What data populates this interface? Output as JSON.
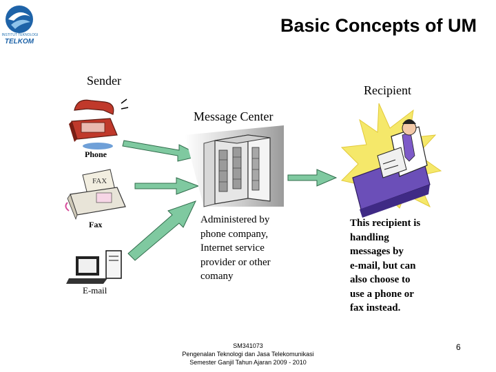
{
  "slide": {
    "title": "Basic Concepts of UM",
    "page_number": "6"
  },
  "logo": {
    "subtext": "INSTITUT TEKNOLOGI",
    "name": "TELKOM"
  },
  "diagram": {
    "sender_label": "Sender",
    "recipient_label": "Recipient",
    "message_center_label": "Message Center",
    "devices": {
      "phone": "Phone",
      "fax": "Fax",
      "email": "E-mail"
    },
    "fax_paper_text": "FAX",
    "admin_lines": [
      "Administered by",
      "phone company,",
      "Internet service",
      "provider or other",
      "comany"
    ],
    "recipient_lines": [
      "This recipient is",
      "handling",
      "messages by",
      "e-mail, but can",
      "also choose to",
      "use a phone or",
      "fax instead."
    ]
  },
  "footer": {
    "line1": "SM341073",
    "line2": "Pengenalan Teknologi dan Jasa Telekomunikasi",
    "line3": "Semester Ganjil Tahun Ajaran 2009 - 2010"
  },
  "colors": {
    "arrow": "#7fc9a0",
    "arrow_stroke": "#2f6b4a",
    "phone_red": "#c0392b",
    "recipient_purple": "#6b4fb8",
    "burst_yellow": "#f5e86a",
    "logo_blue": "#1e63a8"
  }
}
